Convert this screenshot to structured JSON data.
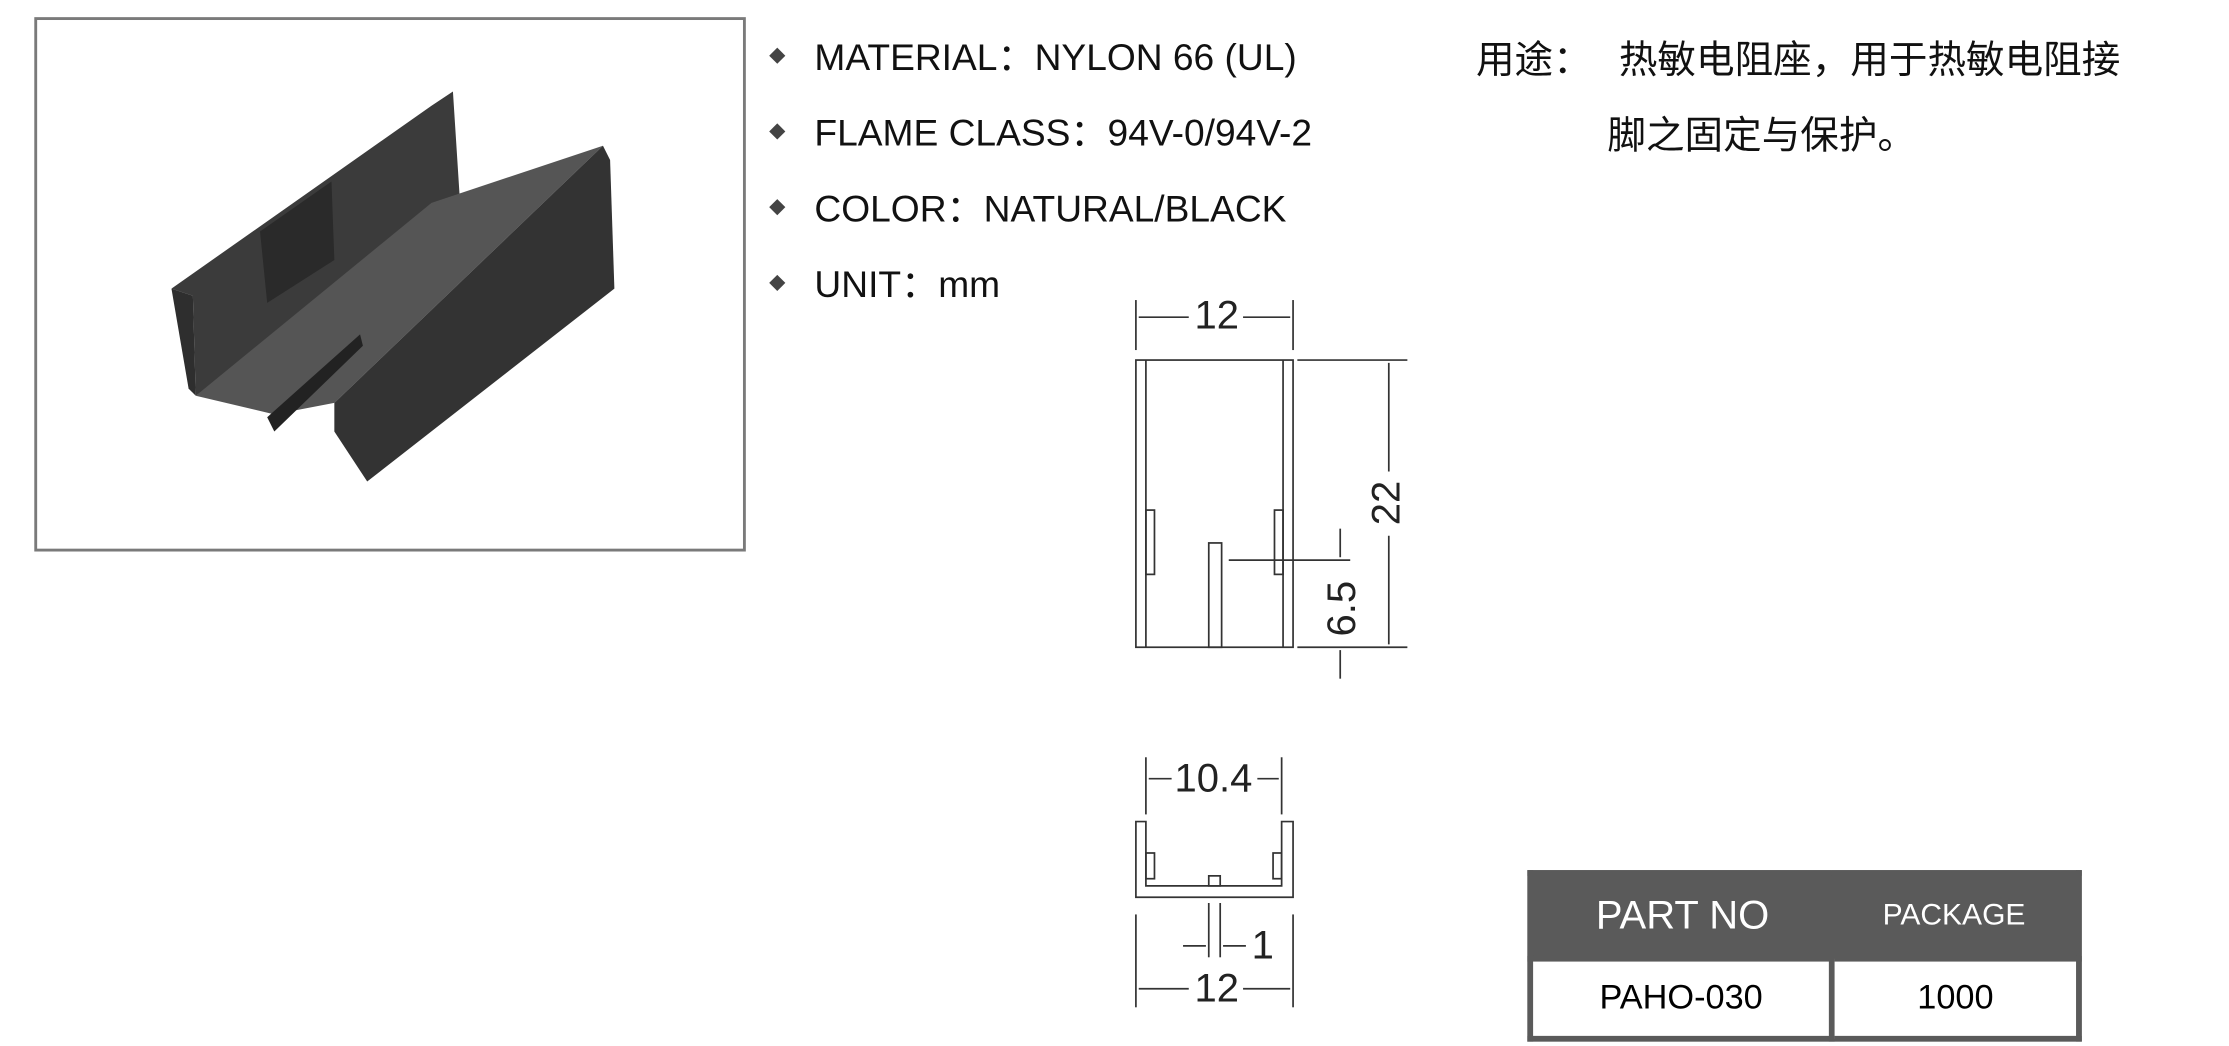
{
  "specs": [
    {
      "label": "MATERIAL：NYLON 66 (UL)"
    },
    {
      "label": "FLAME CLASS：94V-0/94V-2"
    },
    {
      "label": "COLOR：NATURAL/BLACK"
    },
    {
      "label": "UNIT：mm"
    }
  ],
  "usage": {
    "label": "用途：",
    "line1": "热敏电阻座，用于热敏电阻接",
    "line2": "脚之固定与保护。"
  },
  "dimensions": {
    "top_width": "12",
    "height": "22",
    "slot": "6.5",
    "inner_width": "10.4",
    "gap": "1",
    "bottom_width": "12"
  },
  "table": {
    "headers": [
      "PART NO",
      "PACKAGE"
    ],
    "rows": [
      [
        "PAHO-030",
        "1000"
      ]
    ]
  },
  "colors": {
    "header_bg": "#5a5a5a",
    "part_color": "#3a3a3a"
  }
}
